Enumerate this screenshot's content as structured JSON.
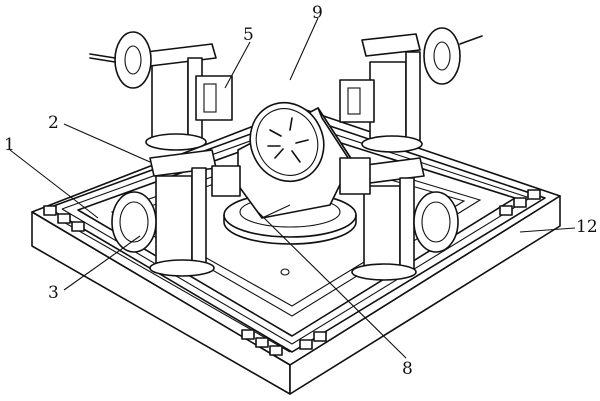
{
  "callouts": {
    "c1": "1",
    "c2": "2",
    "c3": "3",
    "c5": "5",
    "c8": "8",
    "c9": "9",
    "c12": "12"
  }
}
